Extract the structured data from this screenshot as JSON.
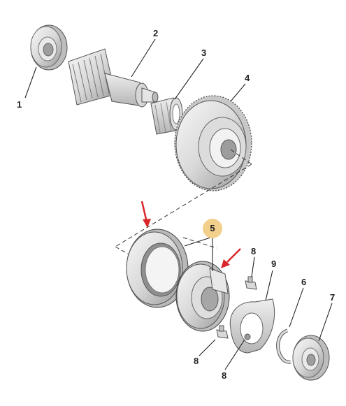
{
  "diagram": {
    "callouts": {
      "c1": "1",
      "c2": "2",
      "c3": "3",
      "c4": "4",
      "c5": "5",
      "c6": "6",
      "c7": "7",
      "c8a": "8",
      "c8b": "8",
      "c8c": "8",
      "c9": "9"
    },
    "colors": {
      "highlight_badge": "#f2cf8a",
      "arrow": "#d9262b",
      "line": "#222222",
      "part_light": "#efefef",
      "part_mid": "#cfcfcf",
      "part_dark": "#8a8a8a"
    },
    "icons": {
      "arrow_a": "red-arrow-icon",
      "arrow_b": "red-arrow-icon"
    }
  }
}
